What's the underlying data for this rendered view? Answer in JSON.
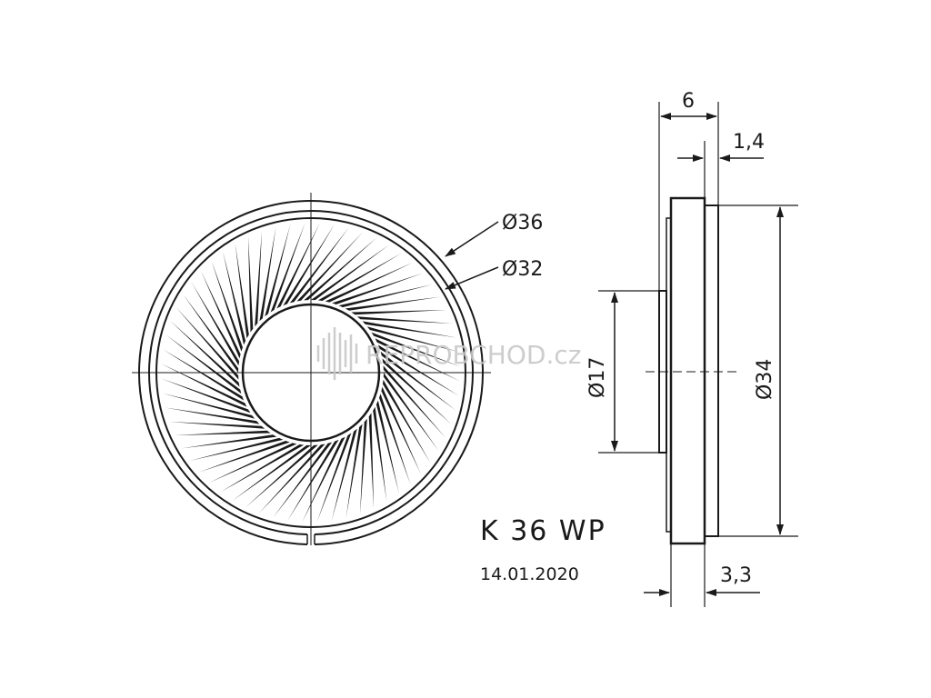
{
  "drawing": {
    "model": "K 36 WP",
    "date": "14.01.2020",
    "watermark": "REPROBCHOD.cz"
  },
  "front_view": {
    "outer_diameter_label": "Ø36",
    "inner_diameter_label": "Ø32",
    "spoke_count": 64
  },
  "side_view": {
    "depth_label": "6",
    "flange_label": "1,4",
    "magnet_diameter_label": "Ø17",
    "body_diameter_label": "Ø34",
    "rim_label": "3,3"
  },
  "colors": {
    "ink": "#1a1a1a",
    "watermark": "#c8c8c8"
  }
}
